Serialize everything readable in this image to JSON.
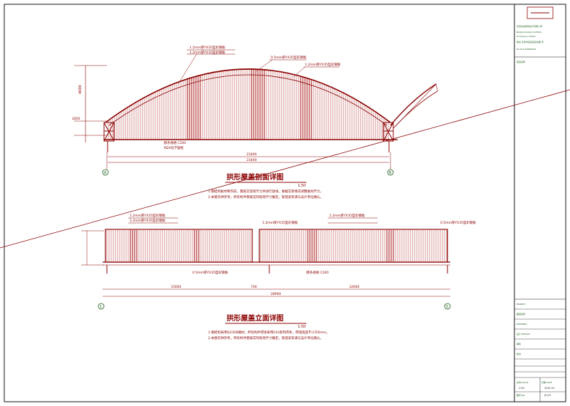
{
  "section": {
    "title": "拱形屋盖剖面详图",
    "scale": "1:50",
    "notes": [
      "1.钢结构板材制作前，需核实现场尺寸并进行放线，根据实际情况调整板材尺寸。",
      "2.本图仅供参考，所有构件需按实际现场尺寸确定，管道安装请与设计单位确认。"
    ],
    "callouts": [
      "1.2mm厚YX35型彩钢板",
      "1.2mm厚YX35型彩钢板",
      "0.5mm厚YX35型彩钢板",
      "1.2mm厚YX35型彩钢板",
      "檩条规格 C200",
      "M20化学锚栓"
    ],
    "dim_span": "23400",
    "dim_span2": "23400",
    "dim_rise": "4000",
    "dim_side": "2850",
    "axis_left": "A",
    "axis_right": "B"
  },
  "elevation": {
    "title": "拱形屋盖立面详图",
    "scale": "1:50",
    "notes": [
      "1.钢结构采用Q235B钢材，所有构件焊接采用E43系列焊条，焊缝高度不小于6mm。",
      "2.本图仅供参考，所有构件需按实际现场尺寸确定，管道安装请与设计单位确认。"
    ],
    "callouts": [
      "1.2mm厚YX35型彩钢板",
      "1.2mm厚YX35型彩钢板",
      "1.2mm厚YX35型彩钢板",
      "1.2mm厚YX35型彩钢板",
      "0.5mm厚YX35型彩钢板",
      "0.5mm厚YX35型彩钢板",
      "檩条规格 C200"
    ],
    "dim_left": "15600",
    "dim_mid": "700",
    "dim_right": "12600",
    "dim_total": "28900",
    "axis_left": "1",
    "axis_right": "5"
  },
  "title_block": {
    "company_lines": [
      "北京某某建筑设计有限公司",
      "Beijing Design Institute",
      "Company Limited",
      "地址 北京市某某区某某路 号",
      "Tel 010-00000000"
    ],
    "fields": [
      "项目名称",
      "PROJECT",
      "图纸名称",
      "DRAWING",
      "设计 DESIGN",
      "审核",
      "校对",
      "比例 SCALE",
      "日期 DATE",
      "图号 NO."
    ],
    "scale_value": "1:50",
    "sheet_no": "JG-01",
    "date": "2021-01"
  },
  "colors": {
    "line": "#8b0000",
    "hatch": "#b03030",
    "frame": "#111111",
    "tb_text": "#1a5c1a"
  }
}
